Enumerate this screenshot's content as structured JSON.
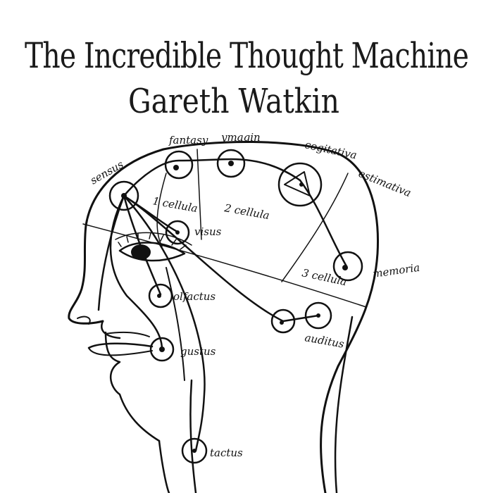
{
  "cover": {
    "title": "The Incredible Thought Machine",
    "artist": "Gareth Watkin"
  },
  "labels": {
    "fantasy": "fantasy",
    "ymaginatio": "ymagin",
    "cogitativa": "cogitativa",
    "estimativa": "estimativa",
    "prima_cellula": "1 cellula",
    "secunda_cellula": "2 cellula",
    "tertia_cellula": "3 cellula",
    "visus": "visus",
    "memoria": "memoria",
    "olfactus": "olfactus",
    "auditus": "auditus",
    "gustus": "gustus",
    "tactus": "tactus",
    "sensus_communis": "sensus"
  },
  "colors": {
    "ink": "#111111",
    "paper": "#ffffff"
  }
}
